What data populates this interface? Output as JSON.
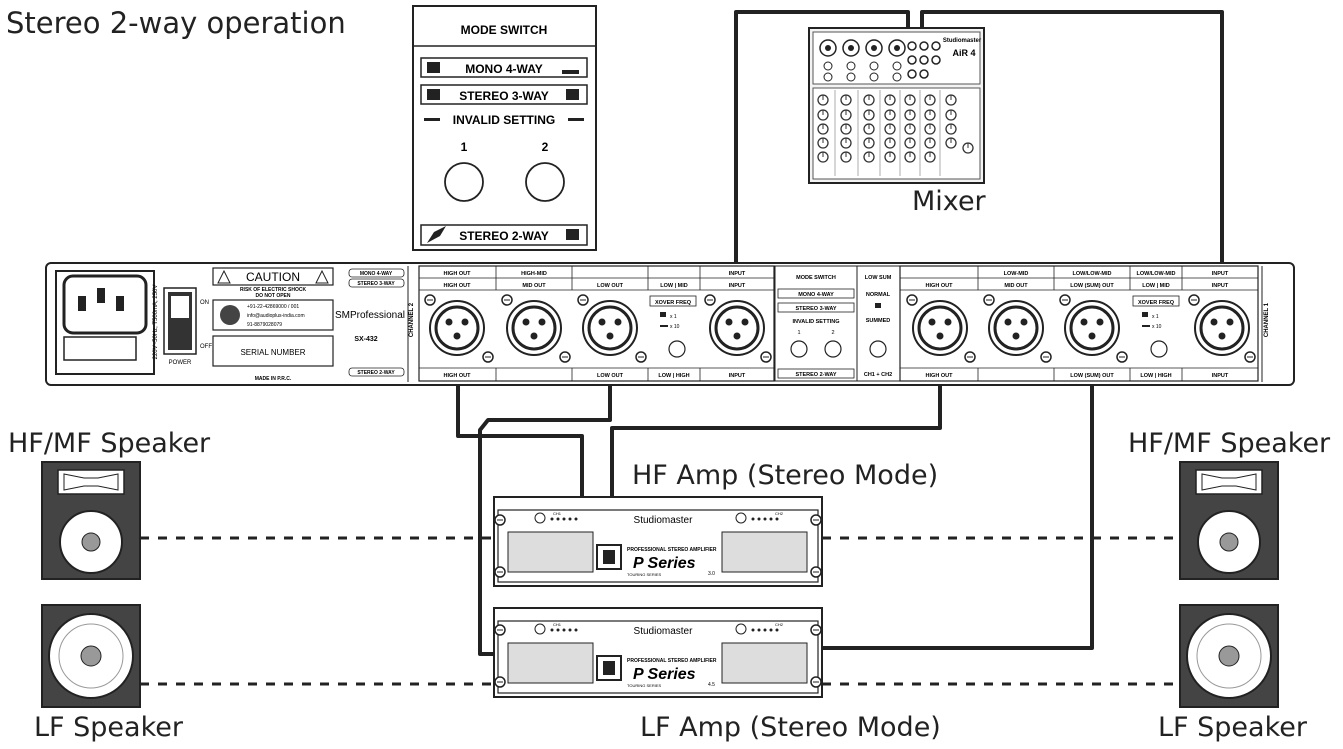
{
  "title": "Stereo 2-way operation",
  "labels": {
    "mixer": "Mixer",
    "hfmf_left": "HF/MF Speaker",
    "hfmf_right": "HF/MF Speaker",
    "lf_left": "LF Speaker",
    "lf_right": "LF Speaker",
    "hf_amp": "HF Amp (Stereo Mode)",
    "lf_amp": "LF Amp (Stereo Mode)"
  },
  "mode_switch_card": {
    "title": "MODE SWITCH",
    "mono": "MONO 4-WAY",
    "stereo3": "STEREO 3-WAY",
    "invalid": "INVALID SETTING",
    "btn1": "1",
    "btn2": "2",
    "stereo2": "STEREO 2-WAY"
  },
  "mixer": {
    "brand": "Studiomaster",
    "model": "AiR 4"
  },
  "crossover": {
    "caution": "CAUTION",
    "caution_sub1": "RISK OF ELECTRIC SHOCK",
    "caution_sub2": "DO NOT OPEN",
    "power_label": "POWER",
    "on": "ON",
    "off": "OFF",
    "voltage": "220V~50Hz, T500mA, 250V",
    "phone": "+91-22-42869000 / 001",
    "email": "info@audioplus-india.com",
    "whatsapp": "91-8879028079",
    "brand": "SMProfessional",
    "model": "SX-432",
    "serial": "SERIAL NUMBER",
    "made_in": "MADE IN P.R.C.",
    "mono4": "MONO 4-WAY",
    "stereo3": "STEREO 3-WAY",
    "stereo2": "STEREO 2-WAY",
    "channel2": "CHANNEL 2",
    "channel1": "CHANNEL 1",
    "ch2": {
      "top1": [
        "HIGH OUT",
        "HIGH-MID",
        "",
        "",
        "INPUT"
      ],
      "top2": [
        "HIGH OUT",
        "MID OUT",
        "LOW OUT",
        "LOW | MID",
        "INPUT"
      ],
      "bottom": [
        "HIGH OUT",
        "",
        "LOW OUT",
        "LOW | HIGH",
        "INPUT"
      ]
    },
    "ch1": {
      "top1": [
        "",
        "LOW-MID",
        "LOW/LOW-MID",
        "LOW/LOW-MID",
        "INPUT"
      ],
      "top2": [
        "HIGH OUT",
        "MID OUT",
        "LOW (SUM) OUT",
        "LOW | MID",
        "INPUT"
      ],
      "bottom": [
        "HIGH OUT",
        "",
        "LOW (SUM) OUT",
        "LOW | HIGH",
        "INPUT"
      ]
    },
    "xover": "XOVER FREQ",
    "x1": "x 1",
    "x10": "x 10",
    "mode_switch": "MODE SWITCH",
    "low_sum": "LOW SUM",
    "normal": "NORMAL",
    "summed": "SUMMED",
    "ch1_ch2": "CH1 + CH2",
    "panel_mono": "MONO 4-WAY",
    "panel_stereo3": "STEREO 3-WAY",
    "panel_invalid": "INVALID SETTING",
    "panel_stereo2": "STEREO 2-WAY",
    "panel_btn1": "1",
    "panel_btn2": "2"
  },
  "amp": {
    "brand": "Studiomaster",
    "subtitle": "PROFESSIONAL STEREO AMPLIFIER",
    "series": "P Series",
    "touring": "TOURING SERIES",
    "ch1": "CH1",
    "ch2": "CH2",
    "hf_model": "3.0",
    "lf_model": "4.5"
  }
}
